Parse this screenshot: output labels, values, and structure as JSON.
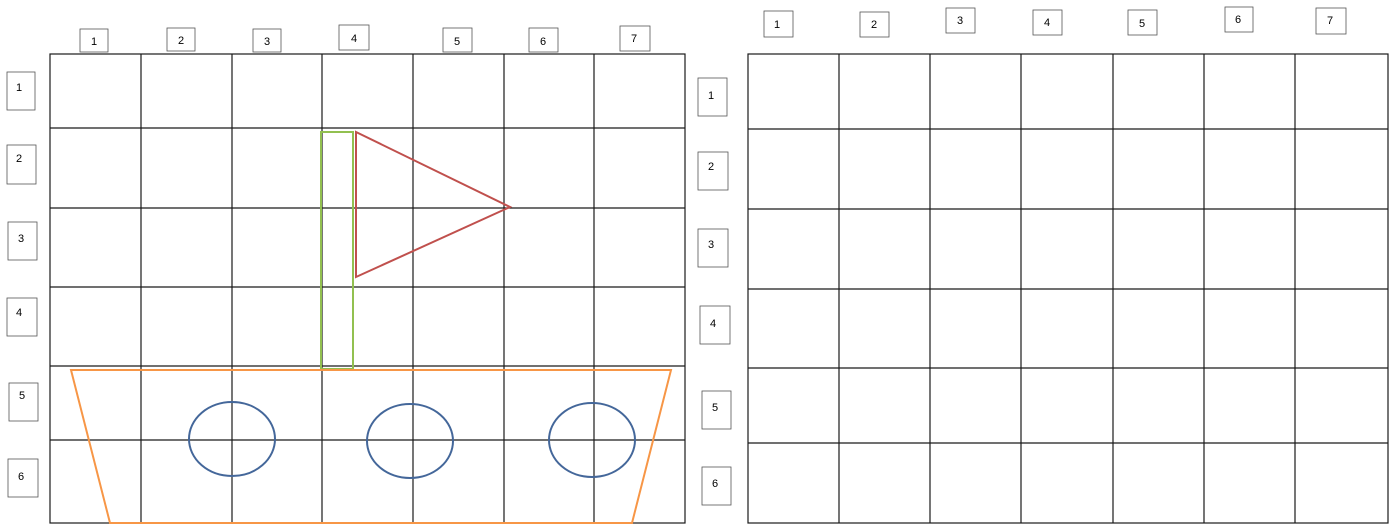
{
  "left_grid": {
    "col_labels": [
      "1",
      "2",
      "3",
      "4",
      "5",
      "6",
      "7"
    ],
    "row_labels": [
      "1",
      "2",
      "3",
      "4",
      "5",
      "6"
    ]
  },
  "right_grid": {
    "col_labels": [
      "1",
      "2",
      "3",
      "4",
      "5",
      "6",
      "7"
    ],
    "row_labels": [
      "1",
      "2",
      "3",
      "4",
      "5",
      "6"
    ]
  },
  "colors": {
    "grid_line": "#1a1a1a",
    "label_box": "#555555",
    "mast": "#92c050",
    "flag": "#c0504d",
    "hull": "#f79646",
    "portholes": "#44679a"
  },
  "drawing_parts": [
    "mast",
    "flag",
    "hull",
    "porthole",
    "porthole",
    "porthole"
  ]
}
